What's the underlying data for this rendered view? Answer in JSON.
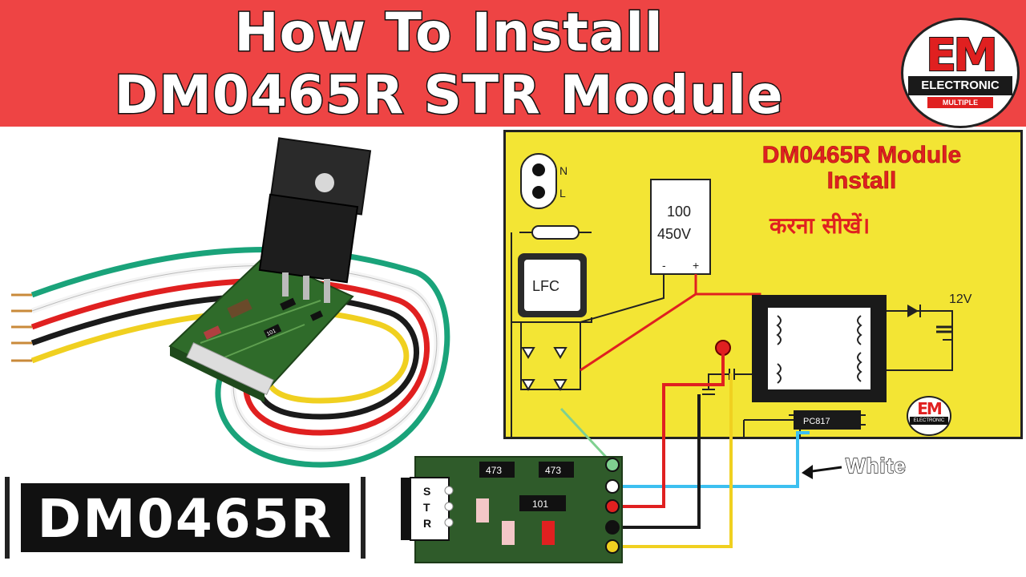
{
  "header": {
    "line1": "How To Install",
    "line2": "DM0465R STR Module"
  },
  "logo": {
    "mark": "EM",
    "word": "ELECTRONIC",
    "sub": "MULTIPLE"
  },
  "board": {
    "title": "DM0465R Module Install",
    "hindi": "करना सीखें।",
    "neutral": "N",
    "live": "L",
    "filter": "LFC",
    "capacitor_value": "100",
    "capacitor_voltage": "450V",
    "cap_minus": "-",
    "cap_plus": "+",
    "output_voltage": "12V",
    "optocoupler": "PC817"
  },
  "module": {
    "chip": "STR",
    "resistor1": "473",
    "resistor2": "473",
    "resistor3": "101"
  },
  "photo_module": {
    "resistor": "101"
  },
  "wire_label": "White",
  "badge_text": "DM0465R",
  "colors": {
    "banner": "#ee4444",
    "board": "#f3e534",
    "pcb": "#2f5b2a",
    "wire_green": "#1aa37a",
    "wire_red": "#e02020",
    "wire_yellow": "#f0d020",
    "wire_blue": "#3cc0f0"
  }
}
